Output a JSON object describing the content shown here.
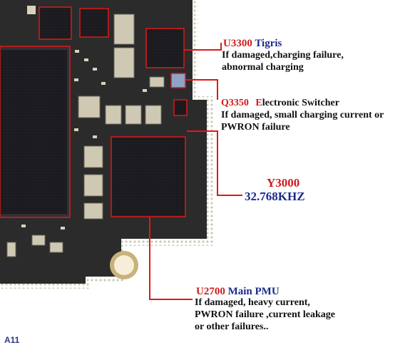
{
  "colors": {
    "board": "#2b2b2b",
    "board_edge": "#3c3c3c",
    "chip": "#1b1b1f",
    "pads": "#cfc9b4",
    "callout": "#e01818",
    "label_red": "#d11a1a",
    "label_blue": "#1c2a8c"
  },
  "annotations": {
    "u3300": {
      "ref": "U3300",
      "name": "Tigris",
      "desc1": "If damaged,charging  failure,",
      "desc2": "abnormal charging"
    },
    "q3350": {
      "ref": "Q3350",
      "name_initial": "E",
      "name_rest": "lectronic  Switcher",
      "desc1": "If damaged, small charging current or",
      "desc2": "PWRON failure"
    },
    "y3000": {
      "ref": "Y3000",
      "freq": "32.768KHZ"
    },
    "u2700": {
      "ref": "U2700",
      "name": "Main PMU",
      "desc1": "If damaged, heavy current,",
      "desc2": "PWRON failure ,current leakage",
      "desc3": "or other failures.."
    }
  },
  "board_label": "A11"
}
